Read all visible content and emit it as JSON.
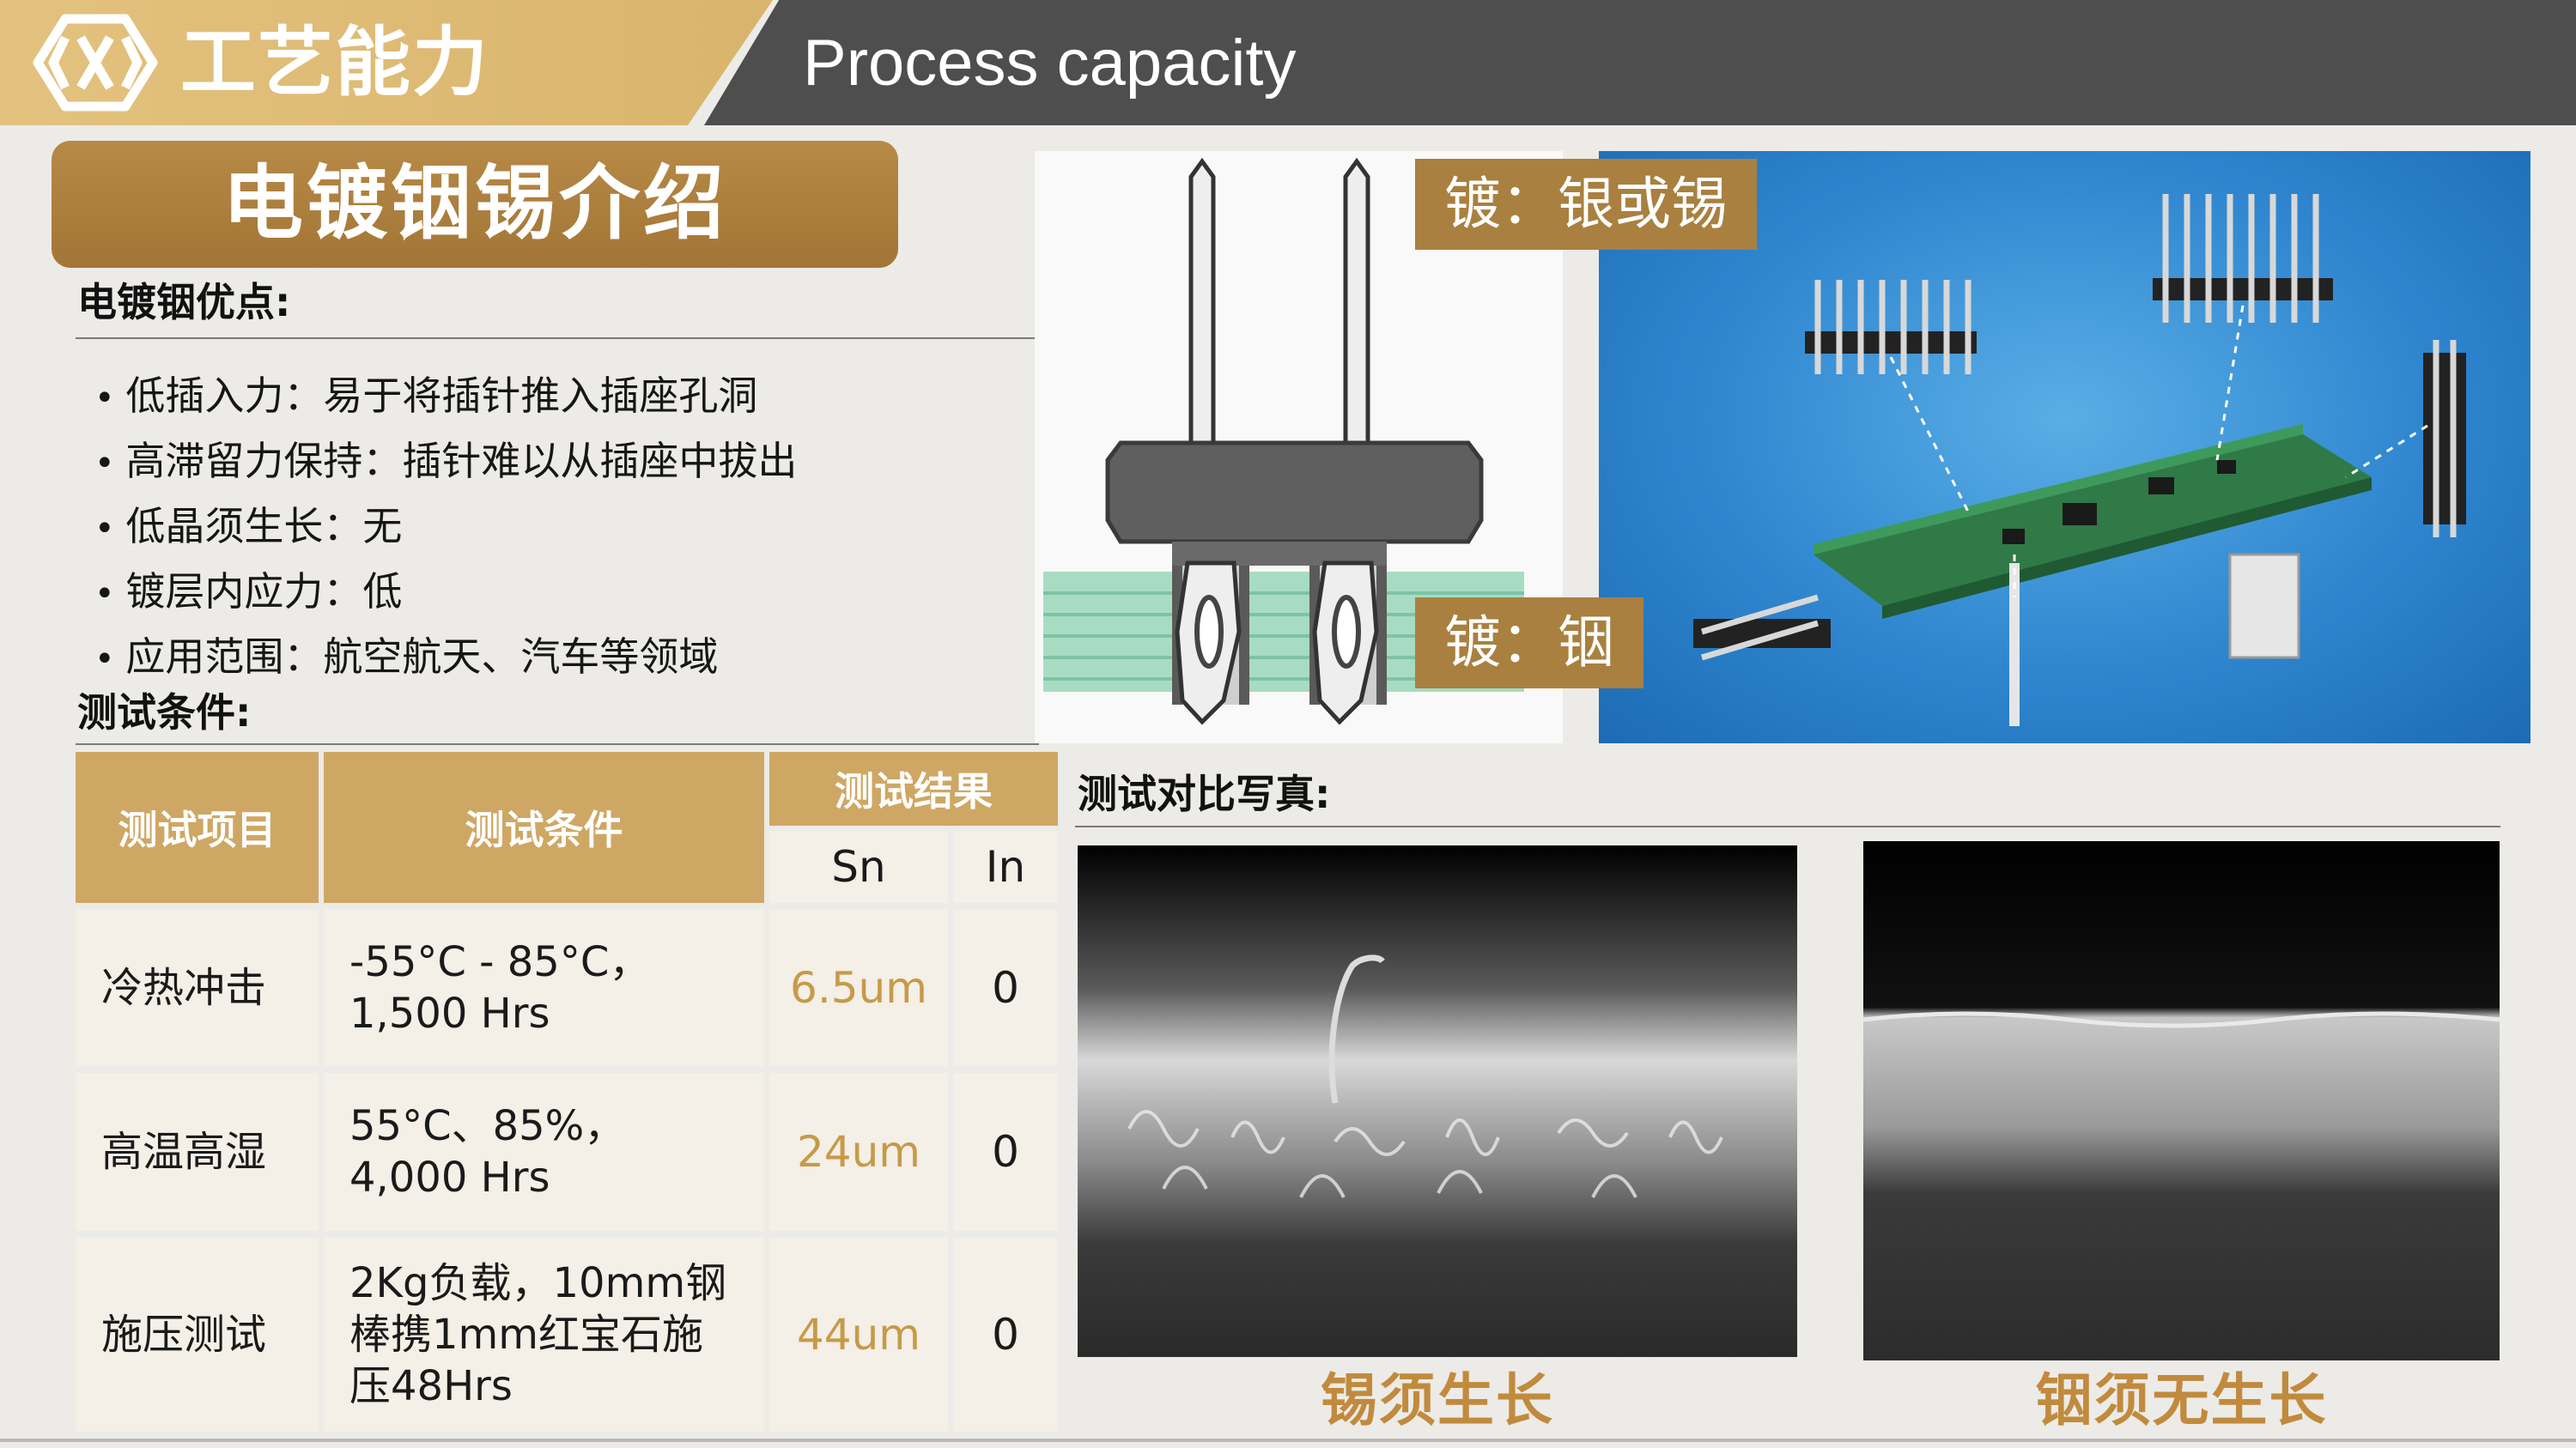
{
  "header": {
    "title_cn": "工艺能力",
    "title_en": "Process capacity",
    "logo_icon": "brand-logo-icon"
  },
  "section": {
    "title": "电镀铟锡介绍"
  },
  "advantages": {
    "heading": "电镀铟优点:",
    "items": [
      "低插入力：易于将插针推入插座孔洞",
      "高滞留力保持：插针难以从插座中拔出",
      "低晶须生长：无",
      "镀层内应力：低",
      "应用范围：航空航天、汽车等领域"
    ]
  },
  "test_conditions": {
    "heading": "测试条件:",
    "columns": {
      "item": "测试项目",
      "condition": "测试条件",
      "result": "测试结果",
      "sn": "Sn",
      "in": "In"
    },
    "rows": [
      {
        "item": "冷热冲击",
        "condition": "-55°C - 85°C，\n1,500 Hrs",
        "sn": "6.5um",
        "in": "0"
      },
      {
        "item": "高温高湿",
        "condition": "55°C、85%，\n4,000 Hrs",
        "sn": "24um",
        "in": "0"
      },
      {
        "item": "施压测试",
        "condition": "2Kg负载，10mm钢\n棒携1mm红宝石施\n压48Hrs",
        "sn": "44um",
        "in": "0"
      }
    ]
  },
  "connector_images": {
    "tag_top": "镀：银或锡",
    "tag_bottom": "镀：铟"
  },
  "comparison": {
    "heading": "测试对比写真:",
    "left_caption": "锡须生长",
    "right_caption": "铟须无生长"
  },
  "colors": {
    "gold": "#cfa764",
    "dark_gold": "#a9803f",
    "header_dark": "#4e4e4e",
    "value_gold": "#c79a48",
    "caption_gold": "#c18a3d"
  }
}
